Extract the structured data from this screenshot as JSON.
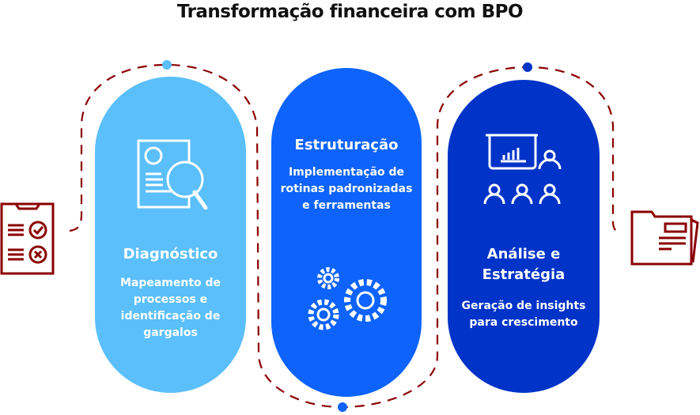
{
  "title": "Transformação financeira com BPO",
  "steps": [
    {
      "heading": "Diagnóstico",
      "description": "Mapeamento de processos e identificação de gargalos",
      "icon": "document-search-icon",
      "color": "#5bbffc"
    },
    {
      "heading": "Estruturação",
      "description": "Implementação de rotinas padronizadas e ferramentas",
      "icon": "gears-icon",
      "color": "#0d63fb"
    },
    {
      "heading": "Análise e Estratégia",
      "description": "Geração de insights para crescimento",
      "icon": "presentation-audience-icon",
      "color": "#0033c8"
    }
  ],
  "accent": "#8b0000"
}
